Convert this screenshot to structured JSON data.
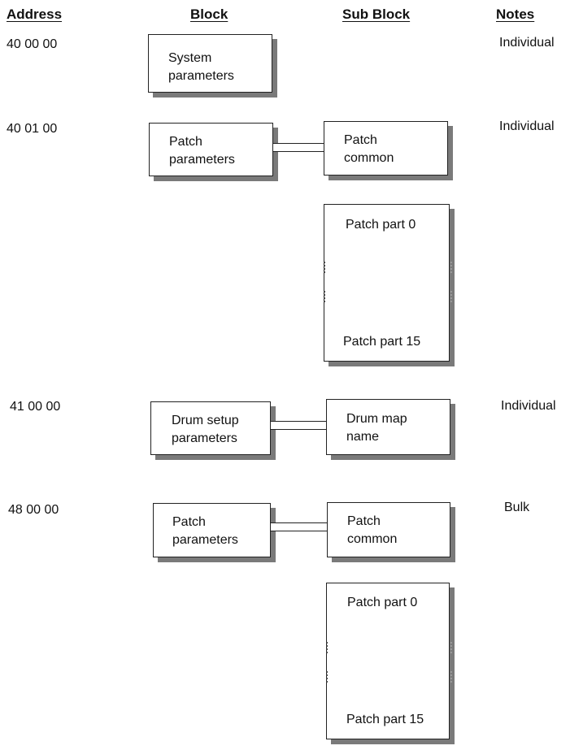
{
  "headers": {
    "address": "Address",
    "block": "Block",
    "sub_block": "Sub Block",
    "notes": "Notes"
  },
  "rows": [
    {
      "address": "40 00 00",
      "block": "System\nparameters",
      "note": "Individual"
    },
    {
      "address": "40 01 00",
      "block": "Patch\nparameters",
      "sub_block": "Patch\ncommon",
      "parts": [
        "Patch part 0",
        "Patch part 15"
      ],
      "note": "Individual"
    },
    {
      "address": "41 00 00",
      "block": "Drum setup\nparameters",
      "sub_block": "Drum map\nname",
      "note": "Individual"
    },
    {
      "address": "48 00 00",
      "block": "Patch\nparameters",
      "sub_block": "Patch\ncommon",
      "parts": [
        "Patch part 0",
        "Patch part 15"
      ],
      "note": "Bulk"
    }
  ]
}
